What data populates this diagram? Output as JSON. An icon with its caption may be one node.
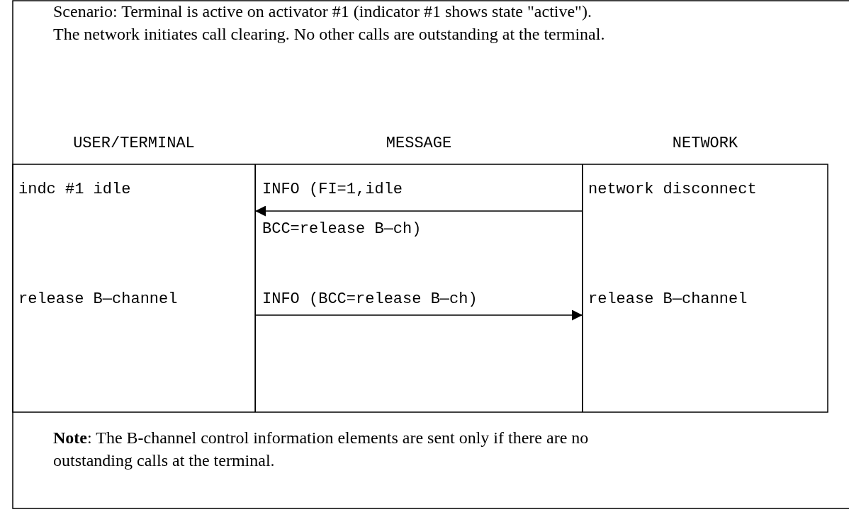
{
  "diagram": {
    "nodes": [
      {
        "text": [
          "indc #1 idle"
        ]
      },
      {
        "text": [
          "network disconnect"
        ]
      },
      {
        "text": [
          "release B—channel"
        ]
      },
      {
        "text": [
          "release B—channel"
        ]
      }
    ],
    "edges": [
      {
        "from": 1,
        "to": 0,
        "arrow": "to",
        "label": "INFO (FI=1,idle BCC=release B—ch)"
      },
      {
        "from": 2,
        "to": 3,
        "arrow": "to",
        "label": "INFO (BCC=release B—ch)"
      }
    ],
    "labels": [
      "Scenario: Terminal is active on activator #1 (indicator #1 shows state \"active\"). The network initiates call clearing.  No other calls are outstanding at the terminal.",
      "USER/TERMINAL",
      "MESSAGE",
      "NETWORK",
      "**Note**: The B-channel control information elements are sent only if there are no outstanding calls at the terminal."
    ]
  }
}
